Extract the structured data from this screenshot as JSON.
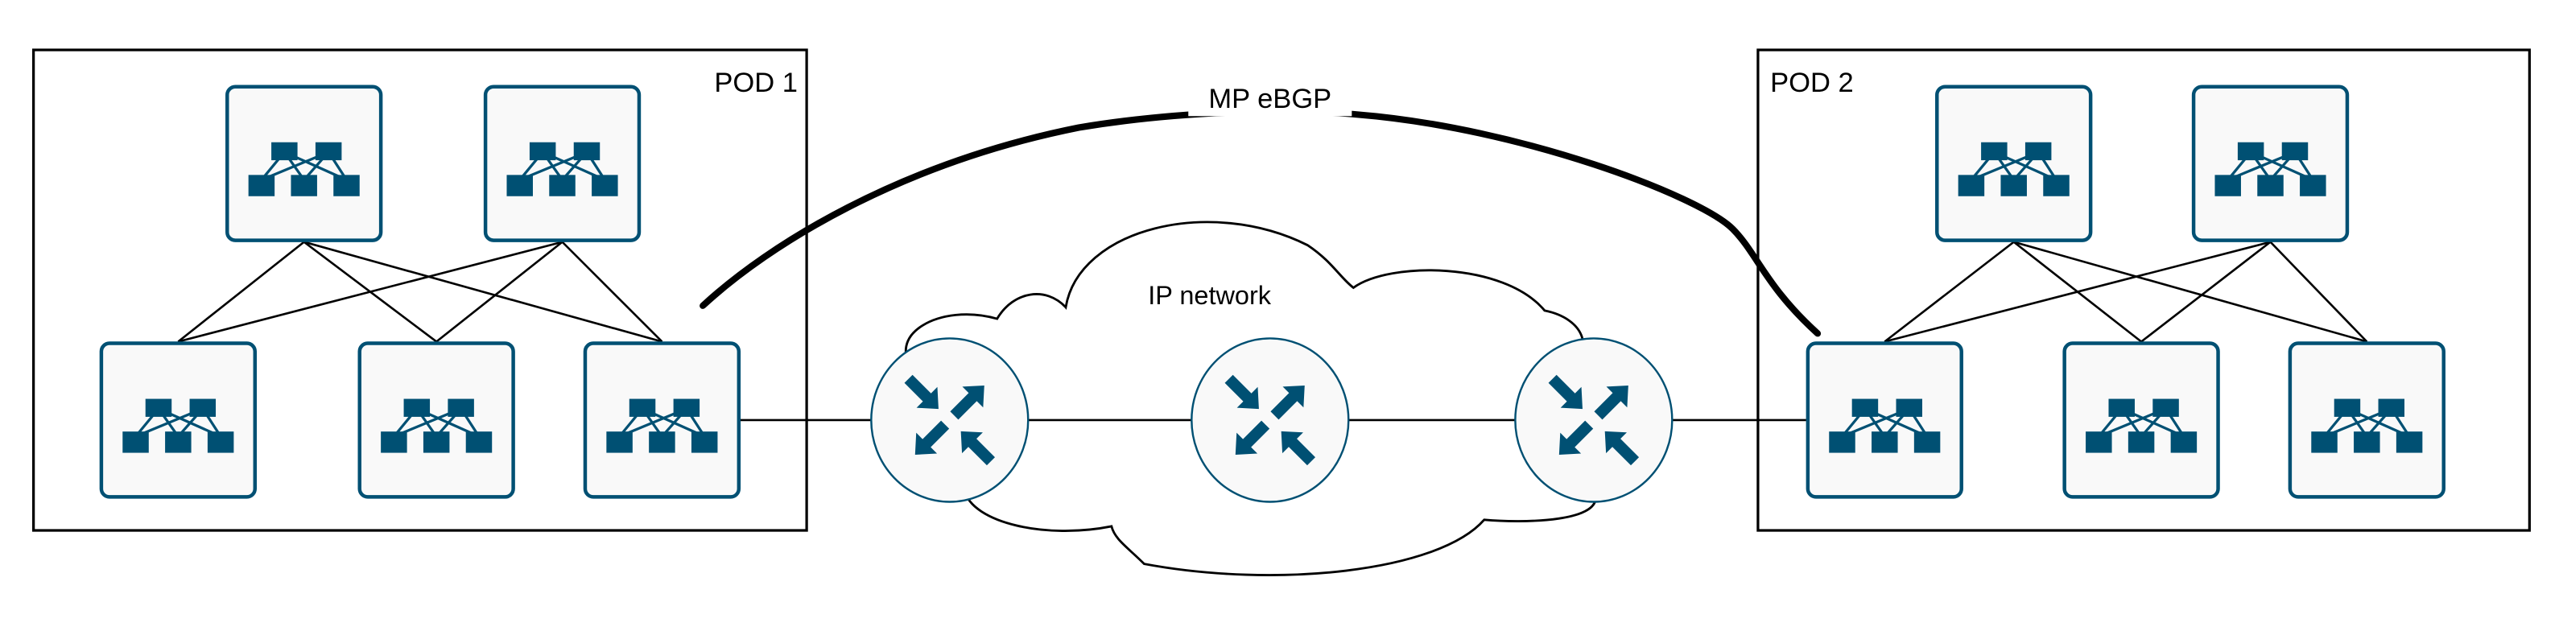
{
  "pods": [
    {
      "label": "POD 1"
    },
    {
      "label": "POD 2"
    }
  ],
  "cloud": {
    "label": "IP network"
  },
  "overlay": {
    "label": "MP eBGP"
  },
  "colors": {
    "device": "#005073",
    "device_fill": "#f9f9f9",
    "line": "#000000"
  },
  "icons": {
    "switch": "layer3-switch-icon",
    "router": "router-icon"
  }
}
